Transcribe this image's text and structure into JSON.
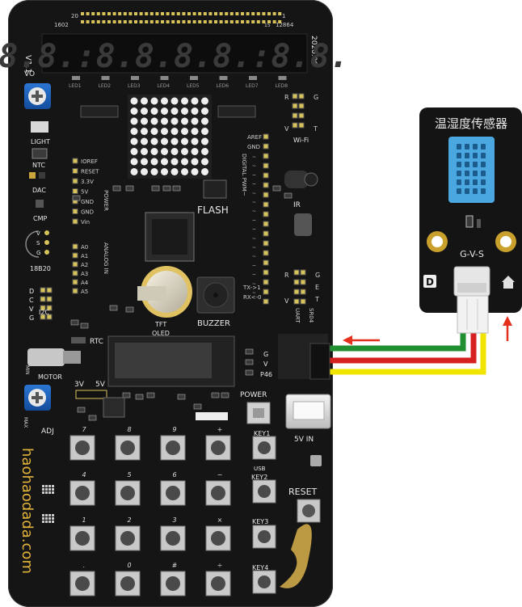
{
  "board": {
    "version": "V1.1",
    "date": "2020.09",
    "header_left_top": "20",
    "header_left_bottom": "1602",
    "header_right_top": "1",
    "header_right_mid": "15",
    "header_right_bottom": "12864",
    "vo": "VO",
    "seg_display": "8.8.:8.8.8.8.:8.8.",
    "leds": [
      "LED1",
      "LED2",
      "LED3",
      "LED4",
      "LED5",
      "LED6",
      "LED7",
      "LED8"
    ],
    "left_labels": {
      "light": "LIGHT",
      "ntc": "NTC",
      "dac": "DAC",
      "cmp": "CMP",
      "ds18b20": "18B20",
      "i2c": "I2C",
      "motor": "MOTOR",
      "adj": "ADJ",
      "min": "MIN",
      "max": "MAX",
      "v3": "3V",
      "v5": "5V",
      "pin_v": "V",
      "pin_s": "S",
      "pin_g": "G",
      "dcvg": [
        "D",
        "C",
        "V",
        "G"
      ]
    },
    "power_pins": [
      "IOREF",
      "RESET",
      "3.3V",
      "5V",
      "GND",
      "GND",
      "Vin"
    ],
    "power_label": "POWER",
    "analog_pins": [
      "A0",
      "A1",
      "A2",
      "A3",
      "A4",
      "A5"
    ],
    "analog_label": "ANALOG IN",
    "digital_label": "DIGITAL PWM~",
    "digital_top": [
      "AREF",
      "GND"
    ],
    "tx_label": "TX->1",
    "rx_label": "RX<-0",
    "flash": "FLASH",
    "ir": "IR",
    "tft": "TFT",
    "oled": "OLED",
    "buzzer": "BUZZER",
    "rtc": "RTC",
    "power_btn": "POWER",
    "vin5": "5V IN",
    "reset": "RESET",
    "wifi": "Wi-Fi",
    "uart": "UART",
    "sr04": "SR04",
    "rg_left": [
      "R",
      "V"
    ],
    "rg_right": [
      "G",
      "T"
    ],
    "sr_left": [
      "R",
      "V"
    ],
    "sr_right": [
      "G",
      "E",
      "T"
    ],
    "gvp": [
      "G",
      "V",
      "P46"
    ],
    "keys": [
      "KEY1",
      "KEY2",
      "KEY3",
      "KEY4"
    ],
    "usb": "USB",
    "key_symbols": [
      "7",
      "8",
      "9",
      "+",
      "4",
      "5",
      "6",
      "−",
      "1",
      "2",
      "3",
      "×",
      ".",
      "0",
      "#",
      "÷"
    ],
    "website": "haohaodada.com"
  },
  "sensor": {
    "title": "温湿度传感器",
    "pins": "G-V-S",
    "letter_d": "D"
  },
  "wires": {
    "colors": [
      "#1f8f2f",
      "#d4201e",
      "#f0e400"
    ],
    "arrow_color": "#e5301d"
  }
}
